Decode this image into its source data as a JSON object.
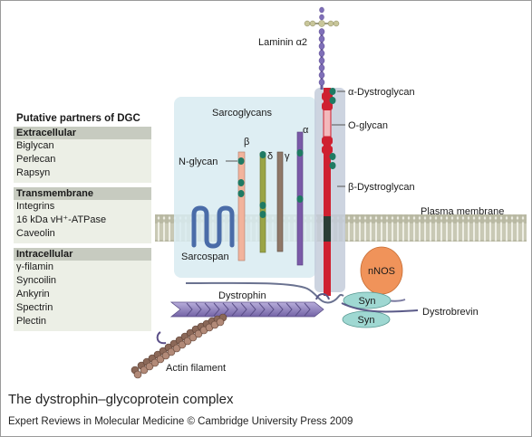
{
  "labels": {
    "laminin": "Laminin α2",
    "alpha_dg": "α-Dystroglycan",
    "o_glycan": "O-glycan",
    "beta_dg": "β-Dystroglycan",
    "sarcoglycans": "Sarcoglycans",
    "beta": "β",
    "delta": "δ",
    "gamma": "γ",
    "alpha": "α",
    "n_glycan": "N-glycan",
    "plasma_membrane": "Plasma membrane",
    "sarcospan": "Sarcospan",
    "nnos": "nNOS",
    "syn1": "Syn",
    "syn2": "Syn",
    "dystrophin": "Dystrophin",
    "dystrobrevin": "Dystrobrevin",
    "actin": "Actin filament"
  },
  "partners": {
    "title": "Putative partners of DGC",
    "groups": [
      {
        "name": "Extracellular",
        "items": [
          "Biglycan",
          "Perlecan",
          "Rapsyn"
        ]
      },
      {
        "name": "Transmembrane",
        "items": [
          "Integrins",
          "16 kDa vH⁺-ATPase",
          "Caveolin"
        ]
      },
      {
        "name": "Intracellular",
        "items": [
          "γ-filamin",
          "Syncoilin",
          "Ankyrin",
          "Spectrin",
          "Plectin"
        ]
      }
    ]
  },
  "caption": "The dystrophin–glycoprotein complex",
  "credit": "Expert Reviews in Molecular Medicine © Cambridge University Press 2009",
  "colors": {
    "membrane": "#c9c9b5",
    "sarcoglycan_box": "#d8ebf1",
    "dg_backdrop": "#c4ccdb",
    "dystroglycan": "#cf2030",
    "alpha_dg_pink": "#f3b8bb",
    "glycan": "#1f7a63",
    "beta_sg": "#f2b39c",
    "delta_sg": "#9aa445",
    "gamma_sg": "#8f7868",
    "alpha_sg": "#7a5aa8",
    "sarcospan": "#4a6ca8",
    "nnos": "#f0935a",
    "syn": "#9fd8d2",
    "dystrophin": "#8f7fb9",
    "actin": "#8b6858"
  },
  "icons": [
    "glycan-bead-icon",
    "laminin-bead-icon",
    "actin-bead-icon"
  ]
}
